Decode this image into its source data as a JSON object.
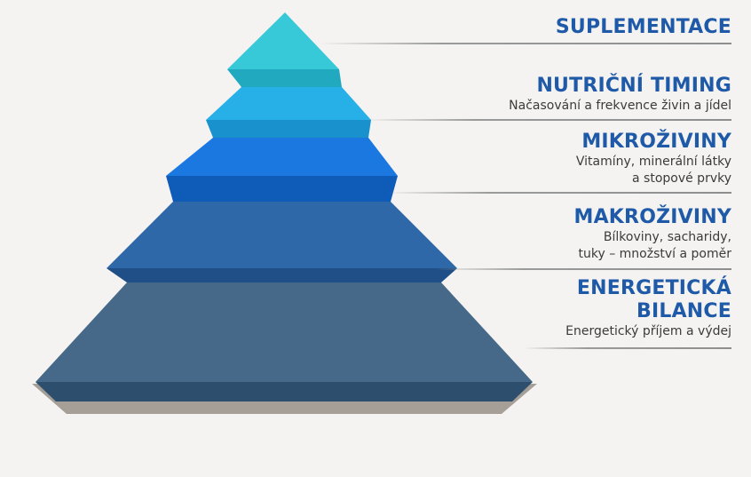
{
  "levels": [
    {
      "title": "SUPLEMENTACE",
      "desc": ""
    },
    {
      "title": "NUTRIČNÍ TIMING",
      "desc": "Načasování a frekvence živin a jídel"
    },
    {
      "title": "MIKROŽIVINY",
      "desc": "Vitamíny, minerální látky\na stopové prvky"
    },
    {
      "title": "MAKROŽIVINY",
      "desc": "Bílkoviny, sacharidy,\ntuky – množství a poměr"
    },
    {
      "title": "ENERGETICKÁ\nBILANCE",
      "desc": "Energetický příjem a výdej"
    }
  ],
  "colors": {
    "title": "#1f5aa8",
    "tier1": "#2ac0d2",
    "tier2": "#1aa7e2",
    "tier3": "#1673d8",
    "tier4": "#2a5f9e",
    "tier5": "#3e6282"
  }
}
